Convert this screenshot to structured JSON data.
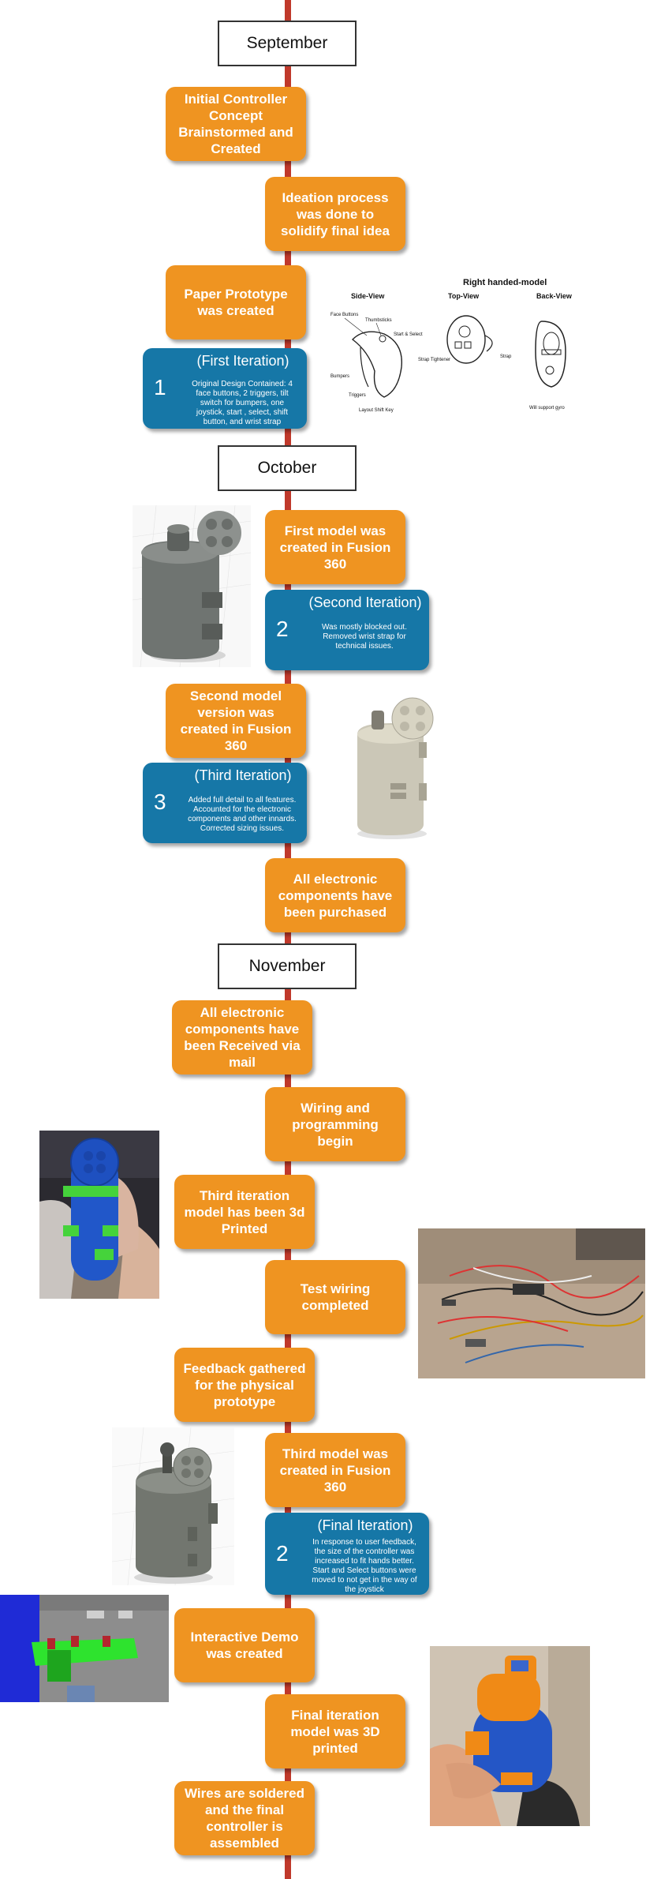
{
  "months": [
    "September",
    "October",
    "November"
  ],
  "events": {
    "e1": "Initial Controller Concept Brainstormed and Created",
    "e2": "Ideation process was done to solidify final idea",
    "e3": "Paper Prototype was created",
    "e4": "First model was created in Fusion 360",
    "e5": "Second model version was created in Fusion 360",
    "e6": "All electronic components have been purchased",
    "e7": "All electronic components have been Received via mail",
    "e8": "Wiring and programming begin",
    "e9": "Third iteration model has been 3d Printed",
    "e10": "Test wiring completed",
    "e11": "Feedback gathered for the physical prototype",
    "e12": "Third model was created in Fusion 360",
    "e13": "Interactive Demo was created",
    "e14": "Final iteration model was 3D printed",
    "e15": "Wires are soldered and the final controller is assembled"
  },
  "iterations": [
    {
      "num": "1",
      "title": "(First Iteration)",
      "text": "Original Design Contained: 4 face buttons, 2 triggers, tilt switch for bumpers, one joystick, start , select, shift button, and wrist strap"
    },
    {
      "num": "2",
      "title": "(Second Iteration)",
      "text": "Was mostly blocked out. Removed wrist strap for technical issues."
    },
    {
      "num": "3",
      "title": "(Third Iteration)",
      "text": "Added full detail to all features. Accounted for the electronic components and other innards. Corrected sizing issues."
    },
    {
      "num": "2",
      "title": "(Final Iteration)",
      "text": "In response to user feedback, the size of the controller was increased to fit hands better. Start and Select buttons were moved to not get in the way of the joystick"
    }
  ],
  "sketch": {
    "title": "Right handed-model",
    "side_view": "Side-View",
    "top_view": "Top-View",
    "back_view": "Back-View",
    "face_buttons": "Face Buttons",
    "thumbsticks": "Thumbsticks",
    "start_select": "Start & Select",
    "strap_tightener": "Strap Tightener",
    "strap": "Strap",
    "bumpers": "Bumpers",
    "triggers": "Triggers",
    "layout_shift": "Layout Shift Key",
    "gyro": "Will support gyro"
  }
}
